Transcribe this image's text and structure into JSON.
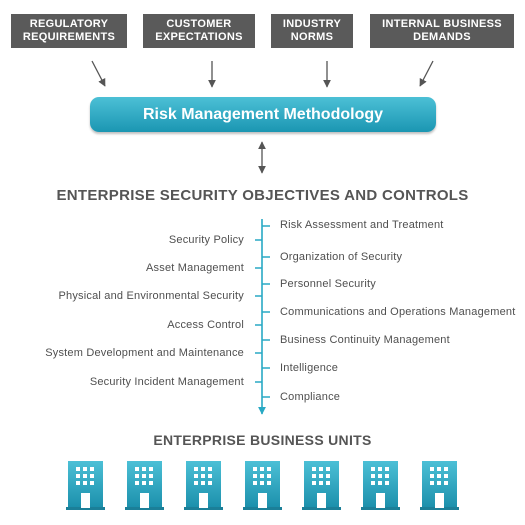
{
  "inputs": [
    {
      "label": "REGULATORY\nREQUIREMENTS"
    },
    {
      "label": "CUSTOMER\nEXPECTATIONS"
    },
    {
      "label": "INDUSTRY\nNORMS"
    },
    {
      "label": "INTERNAL BUSINESS\nDEMANDS"
    }
  ],
  "methodology": {
    "label": "Risk Management Methodology"
  },
  "objectives": {
    "title": "ENTERPRISE SECURITY OBJECTIVES AND CONTROLS",
    "left": [
      "Security Policy",
      "Asset Management",
      "Physical and Environmental Security",
      "Access Control",
      "System Development and Maintenance",
      "Security Incident Management"
    ],
    "right": [
      "Risk Assessment and Treatment",
      "Organization of Security",
      "Personnel Security",
      "Communications and Operations Management",
      "Business Continuity Management",
      "Intelligence",
      "Compliance"
    ]
  },
  "business_units": {
    "title": "ENTERPRISE BUSINESS UNITS",
    "count": 7
  },
  "colors": {
    "box": "#5a5a5a",
    "accent": "#28a9c4",
    "text": "#555555",
    "arrow": "#555555"
  }
}
